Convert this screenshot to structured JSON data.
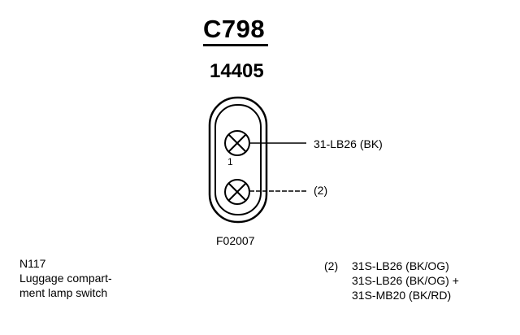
{
  "connector": {
    "id": "C798",
    "part_number": "14405",
    "figure_code": "F02007"
  },
  "pins": [
    {
      "number": "1",
      "wire": "31-LB26 (BK)"
    },
    {
      "number": "",
      "wire": "(2)"
    }
  ],
  "component": {
    "code": "N117",
    "name": "Luggage compart-\nment lamp switch"
  },
  "note": {
    "marker": "(2)",
    "lines": [
      "31S-LB26 (BK/OG)",
      "31S-LB26 (BK/OG) +",
      "31S-MB20 (BK/RD)"
    ]
  },
  "icons": {
    "pin_terminal": "crossed-circle-icon"
  },
  "colors": {
    "ink": "#000000",
    "background": "#ffffff"
  }
}
